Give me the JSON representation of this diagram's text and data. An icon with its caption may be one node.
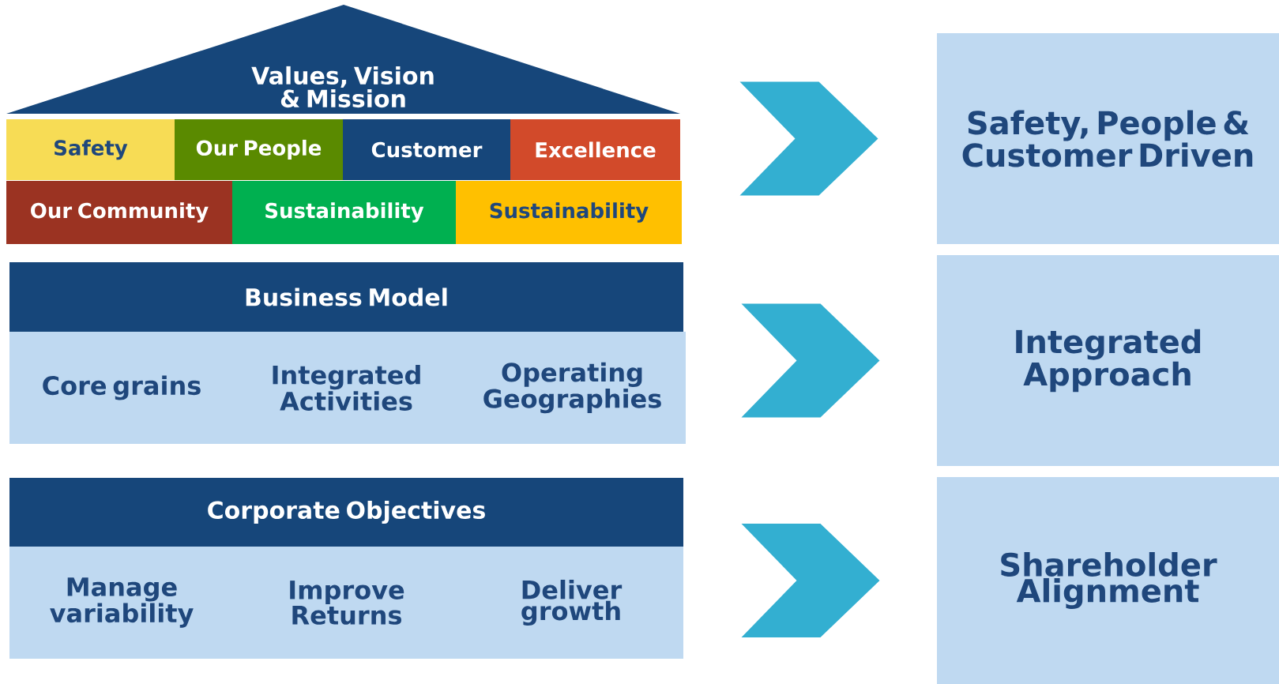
{
  "diagram": {
    "nodes": [
      {
        "text": [
          "Values, Vision & Mission"
        ]
      },
      {
        "text": [
          "Safety"
        ]
      },
      {
        "text": [
          "Our People"
        ]
      },
      {
        "text": [
          "Customer"
        ]
      },
      {
        "text": [
          "Excellence"
        ]
      },
      {
        "text": [
          "Our Community"
        ]
      },
      {
        "text": [
          "Sustainability"
        ]
      },
      {
        "text": [
          "Sustainability"
        ]
      },
      {
        "text": [
          "Business Model"
        ]
      },
      {
        "text": [
          "Core grains"
        ]
      },
      {
        "text": [
          "Integrated Activities"
        ]
      },
      {
        "text": [
          "Operating Geographies"
        ]
      },
      {
        "text": [
          "Corporate Objectives"
        ]
      },
      {
        "text": [
          "Manage variability"
        ]
      },
      {
        "text": [
          "Improve Returns"
        ]
      },
      {
        "text": [
          "Deliver growth"
        ]
      },
      {
        "text": [
          "Safety, People & Customer Driven"
        ]
      },
      {
        "text": [
          "Integrated Approach"
        ]
      },
      {
        "text": [
          "Shareholder Alignment"
        ]
      }
    ],
    "edges": [
      {
        "from": 0,
        "to": 16,
        "arrow": "to"
      },
      {
        "from": 8,
        "to": 17,
        "arrow": "to"
      },
      {
        "from": 12,
        "to": 18,
        "arrow": "to"
      }
    ]
  }
}
